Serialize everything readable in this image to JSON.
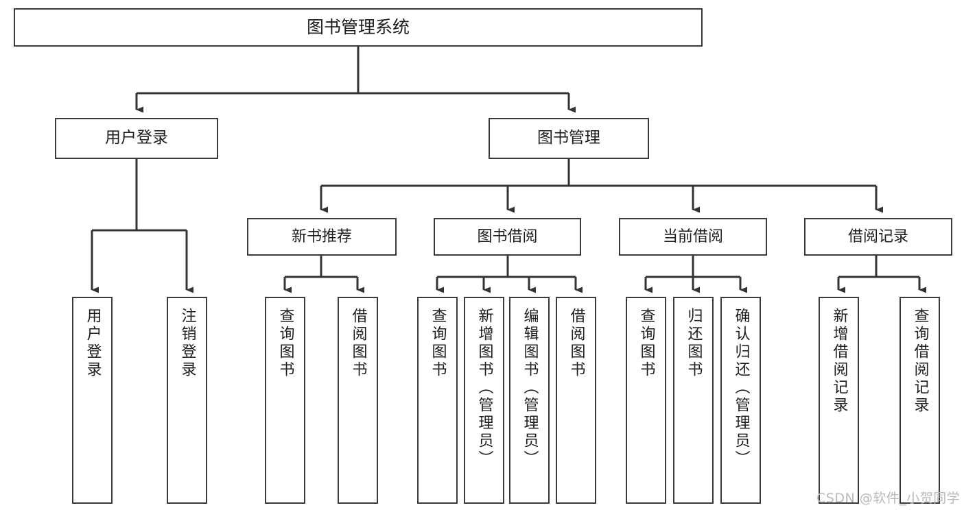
{
  "diagram": {
    "title": "图书管理系统",
    "type": "tree",
    "watermark": "CSDN @软件_小贺同学",
    "colors": {
      "box_border": "#3a3a3a",
      "box_fill": "#ffffff",
      "edge": "#333333",
      "text": "#1d1d1d",
      "watermark": "#b9b9b9",
      "background": "#ffffff"
    }
  },
  "nodes": {
    "root": {
      "label": "图书管理系统"
    },
    "level1": [
      {
        "id": "user-login",
        "label": "用户登录"
      },
      {
        "id": "book-management",
        "label": "图书管理"
      }
    ],
    "level2": [
      {
        "id": "new-book-recommend",
        "label": "新书推荐"
      },
      {
        "id": "book-borrow",
        "label": "图书借阅"
      },
      {
        "id": "current-borrow",
        "label": "当前借阅"
      },
      {
        "id": "borrow-record",
        "label": "借阅记录"
      }
    ],
    "leaves": {
      "user-login": [
        {
          "id": "leaf-user-login",
          "label": "用户登录"
        },
        {
          "id": "leaf-logout-login",
          "label": "注销登录"
        }
      ],
      "new-book-recommend": [
        {
          "id": "leaf-query-book-1",
          "label": "查询图书"
        },
        {
          "id": "leaf-borrow-book-1",
          "label": "借阅图书"
        }
      ],
      "book-borrow": [
        {
          "id": "leaf-query-book-2",
          "label": "查询图书"
        },
        {
          "id": "leaf-add-book",
          "label": "新增图书（管理员）"
        },
        {
          "id": "leaf-edit-book",
          "label": "编辑图书（管理员）"
        },
        {
          "id": "leaf-borrow-book-2",
          "label": "借阅图书"
        }
      ],
      "current-borrow": [
        {
          "id": "leaf-query-book-3",
          "label": "查询图书"
        },
        {
          "id": "leaf-return-book",
          "label": "归还图书"
        },
        {
          "id": "leaf-confirm-return",
          "label": "确认归还（管理员）"
        }
      ],
      "borrow-record": [
        {
          "id": "leaf-add-record",
          "label": "新增借阅记录"
        },
        {
          "id": "leaf-query-record",
          "label": "查询借阅记录"
        }
      ]
    }
  }
}
